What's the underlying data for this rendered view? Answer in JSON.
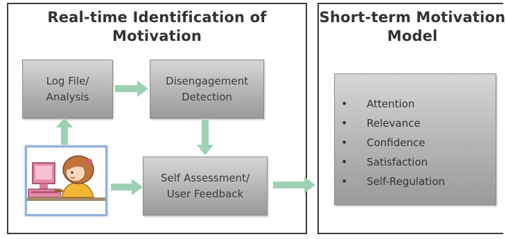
{
  "left_panel": {
    "title_line1": "Real-time Identification of",
    "title_line2": "Motivation"
  },
  "right_panel": {
    "title_line1": "Short-term Motivation",
    "title_line2": "Model"
  },
  "boxes": {
    "log_line1": "Log File/",
    "log_line2": "Analysis",
    "dis_line1": "Disengagement",
    "dis_line2": "Detection",
    "self_line1": "Self Assessment/",
    "self_line2": "User Feedback"
  },
  "model_items": [
    "Attention",
    "Relevance",
    "Confidence",
    "Satisfaction",
    "Self-Regulation"
  ],
  "user_illustration": {
    "icon": "user-at-computer-icon"
  },
  "colors": {
    "arrow": "#9cd1b4",
    "box_top": "#d6d6d6",
    "box_bottom": "#9a9a9a",
    "user_frame": "#8fb0dc"
  }
}
